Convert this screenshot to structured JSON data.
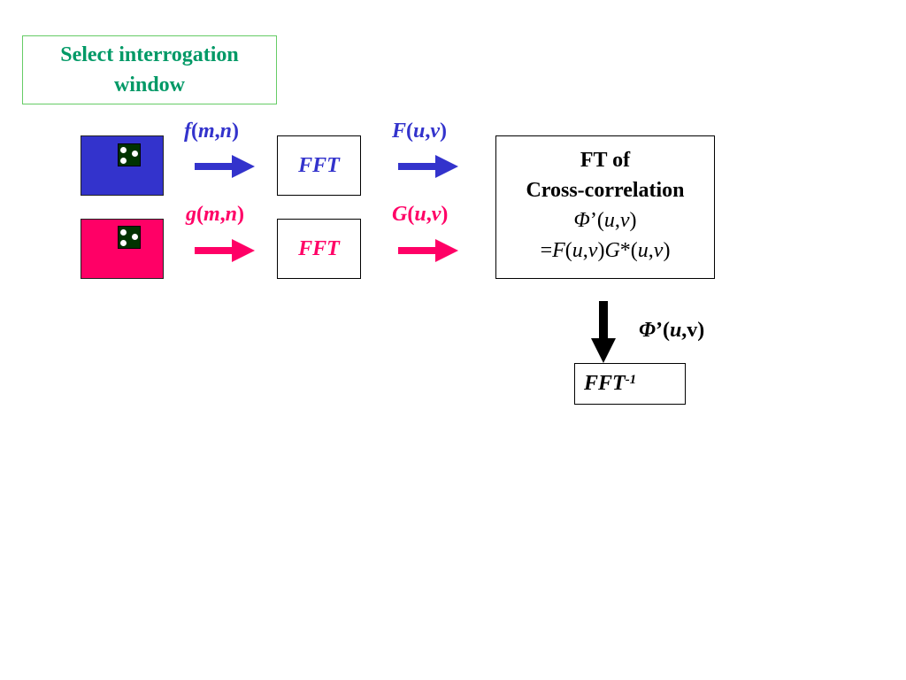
{
  "select_window": {
    "line1": "Select interrogation",
    "line2": "window"
  },
  "signals": {
    "f_func": "f",
    "g_func": "g",
    "spatial_args_prefix": "(",
    "spatial_m": "m",
    "spatial_comma": ",",
    "spatial_n": "n",
    "spatial_args_suffix": ")",
    "F_func": "F",
    "G_func": "G",
    "freq_u": "u",
    "freq_v": "v"
  },
  "fft": {
    "label": "FFT"
  },
  "ft_box": {
    "line1": "FT of",
    "line2": "Cross-correlation",
    "phi": "Φ",
    "prime": "’",
    "paren_open": "(",
    "u": "u",
    "comma": ",",
    "v": "v",
    "paren_close": ")",
    "eq_prefix": "=",
    "F": "F",
    "G": "G",
    "star": "*"
  },
  "phi_output": {
    "phi": "Φ",
    "prime": "’",
    "paren_open": "(",
    "u": "u",
    "comma": ",",
    "v": "v",
    "paren_close": ")"
  },
  "ifft": {
    "label": "FFT",
    "superscript": "-1"
  },
  "colors": {
    "blue": "#3333cc",
    "magenta": "#ff0066",
    "green_text": "#009966",
    "window_fill": "#003300"
  }
}
